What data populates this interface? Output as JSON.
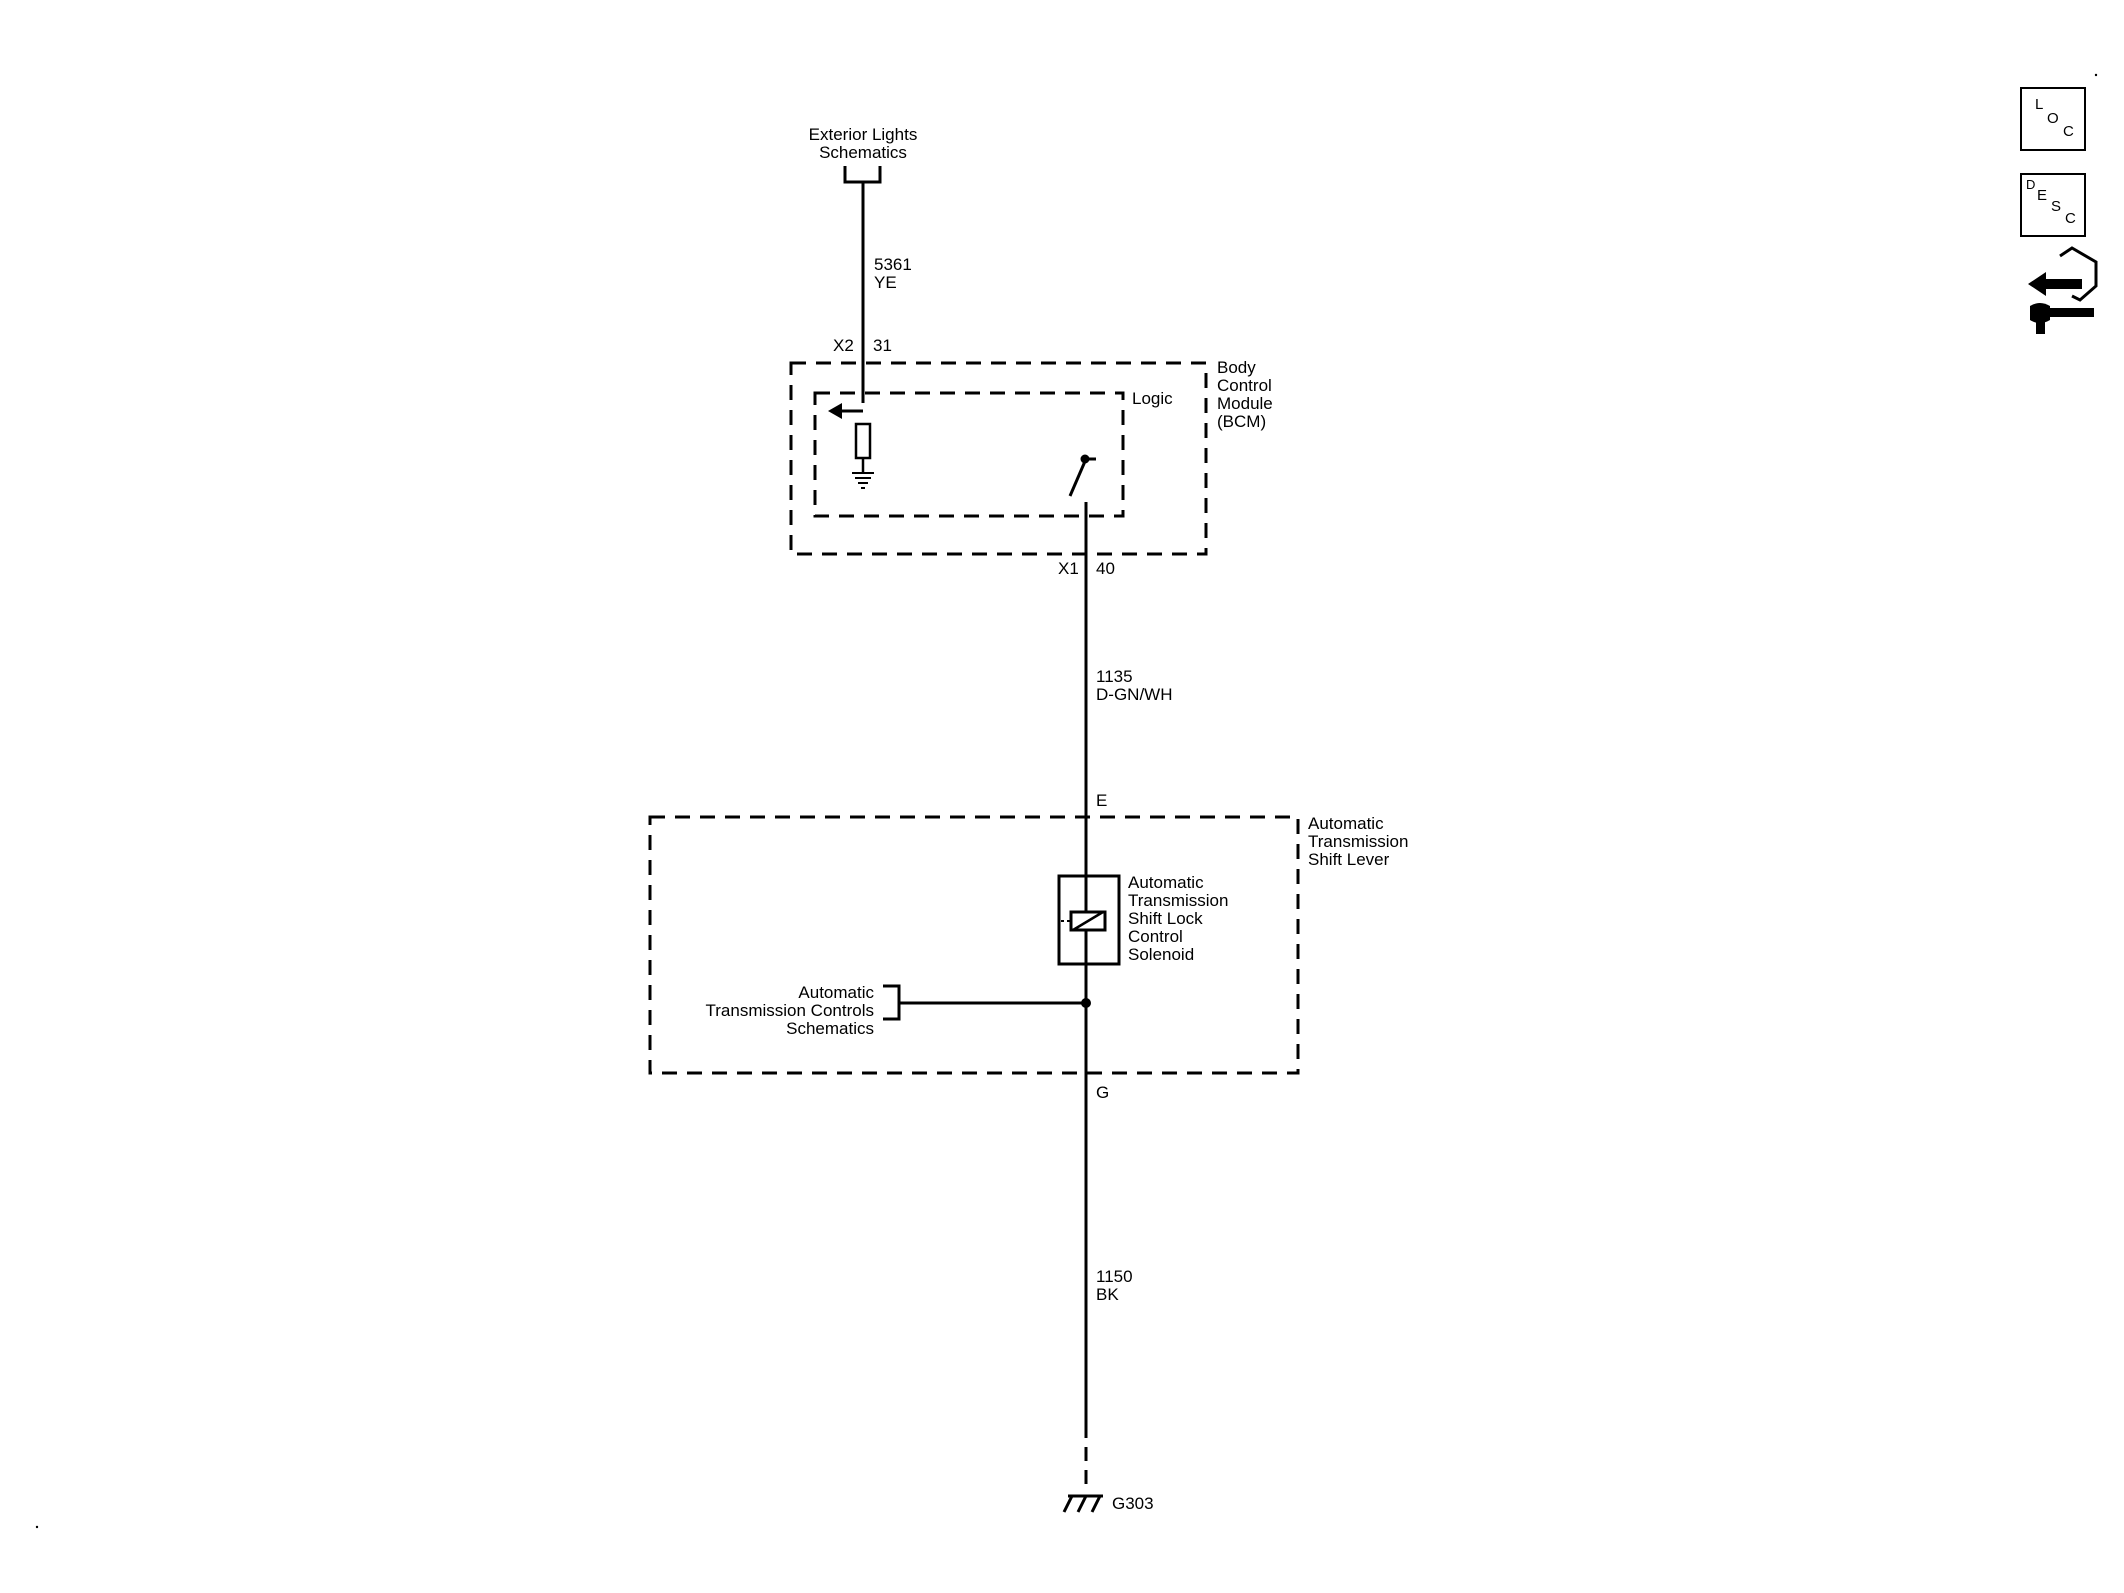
{
  "exterior_lights": [
    "Exterior Lights",
    "Schematics"
  ],
  "wire_top": {
    "circuit": "5361",
    "color": "YE"
  },
  "bcm": {
    "connector": "X2",
    "pin": "31",
    "label": [
      "Body",
      "Control",
      "Module",
      "(BCM)"
    ],
    "logic": "Logic",
    "out_connector": "X1",
    "out_pin": "40"
  },
  "wire_mid": {
    "circuit": "1135",
    "color": "D-GN/WH"
  },
  "shift_lever": {
    "pin_in": "E",
    "pin_out": "G",
    "label": [
      "Automatic",
      "Transmission",
      "Shift Lever"
    ],
    "solenoid": [
      "Automatic",
      "Transmission",
      "Shift Lock",
      "Control",
      "Solenoid"
    ],
    "ref": [
      "Automatic",
      "Transmission Controls",
      "Schematics"
    ]
  },
  "wire_bottom": {
    "circuit": "1150",
    "color": "BK"
  },
  "ground": "G303",
  "side_icons": {
    "loc": [
      "L",
      "O",
      "C"
    ],
    "desc": [
      "D",
      "E",
      "S",
      "C"
    ]
  }
}
